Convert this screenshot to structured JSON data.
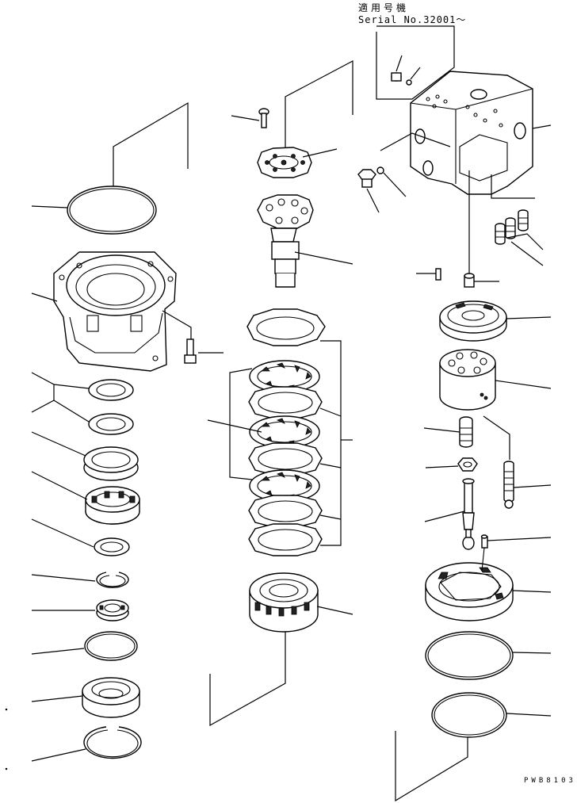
{
  "notes": {
    "applicable_model": "適用号機",
    "serial": "Serial No.32001～"
  },
  "drawing_code": "PWB8103"
}
